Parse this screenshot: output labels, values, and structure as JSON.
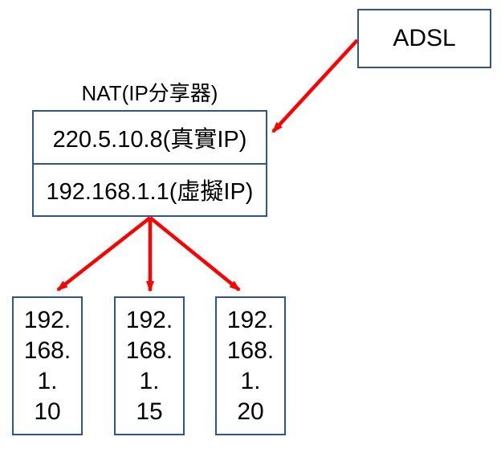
{
  "diagram": {
    "adsl": {
      "label": "ADSL"
    },
    "nat": {
      "title": "NAT(IP分享器)",
      "real_ip": "220.5.10.8(真實IP)",
      "virtual_ip": "192.168.1.1(虛擬IP)"
    },
    "clients": [
      {
        "lines": [
          "192.",
          "168.",
          "1.",
          "10"
        ]
      },
      {
        "lines": [
          "192.",
          "168.",
          "1.",
          "15"
        ]
      },
      {
        "lines": [
          "192.",
          "168.",
          "1.",
          "20"
        ]
      }
    ],
    "arrows": [
      {
        "from": "adsl",
        "to": "nat-real-ip"
      },
      {
        "from": "nat-virtual-ip",
        "to": "client-1"
      },
      {
        "from": "nat-virtual-ip",
        "to": "client-2"
      },
      {
        "from": "nat-virtual-ip",
        "to": "client-3"
      }
    ],
    "colors": {
      "box_border": "#2F5496",
      "arrow": "#FF0000",
      "text": "#000000",
      "background": "#FFFFFF"
    }
  }
}
